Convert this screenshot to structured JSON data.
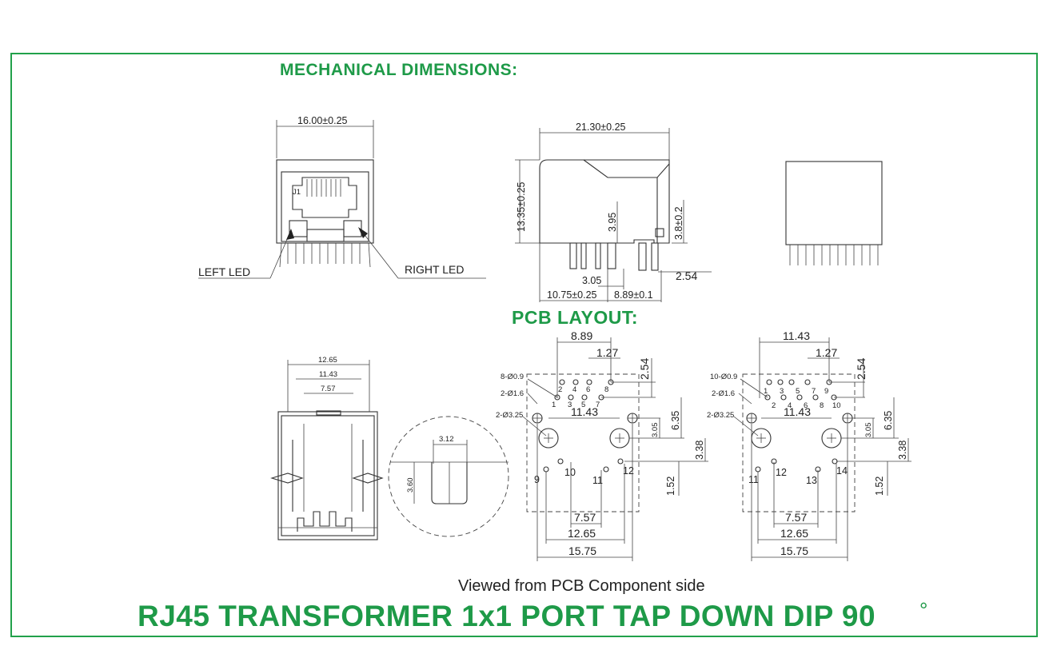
{
  "headings": {
    "mechanical": "MECHANICAL DIMENSIONS:",
    "pcb": "PCB LAYOUT:"
  },
  "caption": "Viewed from PCB Component side",
  "title": "RJ45 TRANSFORMER 1x1 PORT TAP DOWN DIP 90",
  "title_degree_symbol": "°",
  "colors": {
    "accent": "#1e9a48",
    "line": "#333333"
  },
  "front_view": {
    "width_dim": "16.00±0.25",
    "jack_label": "J1",
    "left_led": "LEFT LED",
    "right_led": "RIGHT LED"
  },
  "side_view": {
    "length_dim": "21.30±0.25",
    "height_dim": "13.35±0.25",
    "inner_height": "3.95",
    "standoff": "3.8±0.2",
    "pin_offset": "3.05",
    "pin_pitch": "2.54",
    "front_to_pin": "10.75±0.25",
    "pin_row_span": "8.89±0.1"
  },
  "bottom_view": {
    "outer": "12.65",
    "mid": "11.43",
    "inner": "7.57"
  },
  "detail_view": {
    "width": "3.12",
    "height": "3.60"
  },
  "pcb_left": {
    "row_span": "8.89",
    "pitch": "1.27",
    "row_offset": "2.54",
    "hole_small": "8-Ø0.9",
    "hole_mid": "2-Ø1.6",
    "hole_large": "2-Ø3.25",
    "post_span": "11.43",
    "dim_305": "3.05",
    "dim_635": "6.35",
    "dim_338": "3.38",
    "dim_152": "1.52",
    "inner": "7.57",
    "mid": "12.65",
    "outer": "15.75",
    "pin_labels_top": [
      "2",
      "4",
      "6",
      "8"
    ],
    "pin_labels_bottom": [
      "1",
      "3",
      "5",
      "7"
    ],
    "led_pins": [
      "9",
      "10",
      "11",
      "12"
    ]
  },
  "pcb_right": {
    "row_span": "11.43",
    "pitch": "1.27",
    "row_offset": "2.54",
    "hole_small": "10-Ø0.9",
    "hole_mid": "2-Ø1.6",
    "hole_large": "2-Ø3.25",
    "post_span": "11.43",
    "dim_305": "3.05",
    "dim_635": "6.35",
    "dim_338": "3.38",
    "dim_152": "1.52",
    "inner": "7.57",
    "mid": "12.65",
    "outer": "15.75",
    "pin_labels_top": [
      "1",
      "3",
      "5",
      "7",
      "9"
    ],
    "pin_labels_bottom": [
      "2",
      "4",
      "6",
      "8",
      "10"
    ],
    "led_pins": [
      "11",
      "12",
      "13",
      "14"
    ]
  }
}
